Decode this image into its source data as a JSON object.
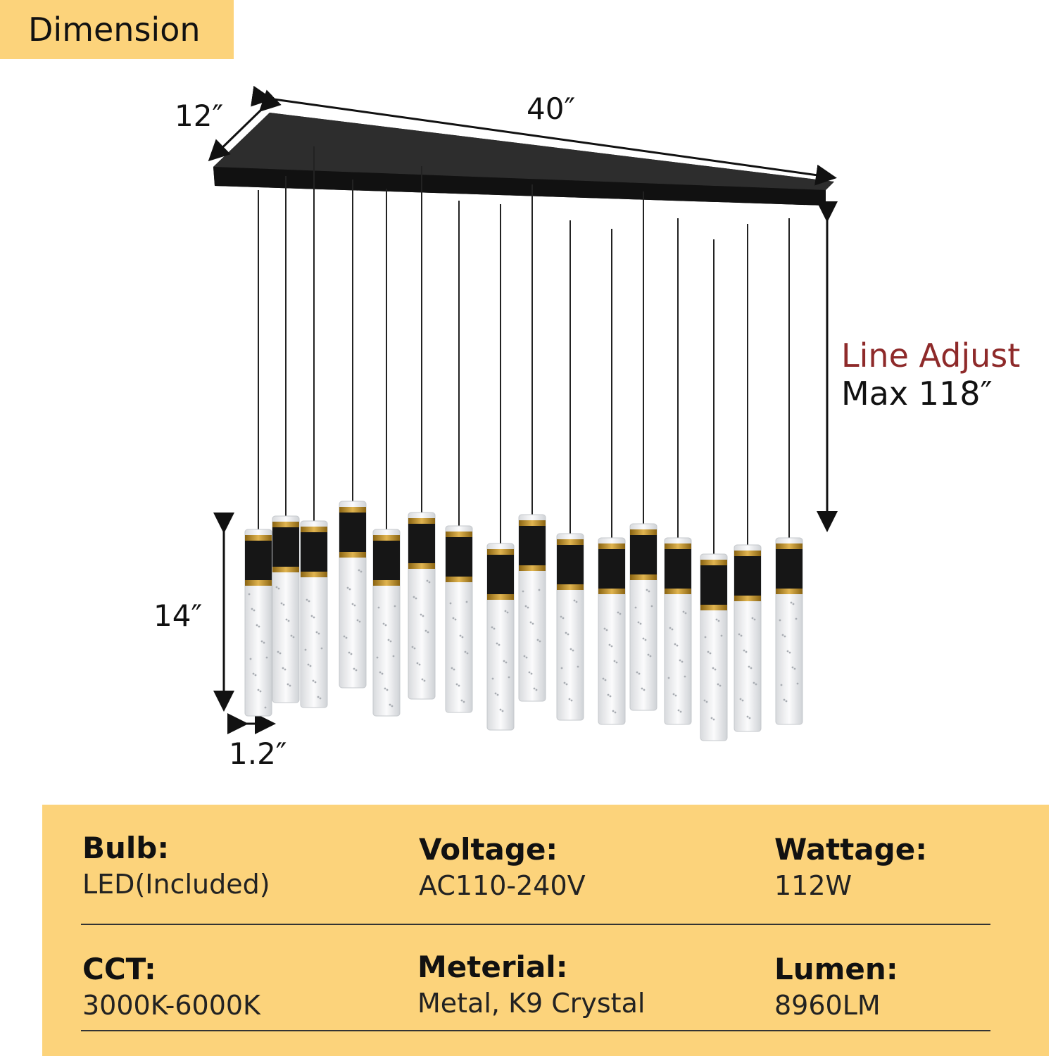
{
  "header": {
    "badge": "Dimension"
  },
  "dimensions": {
    "depth": "12″",
    "width": "40″",
    "line_adjust_title": "Line Adjust",
    "line_adjust_max": "Max 118″",
    "tube_length": "14″",
    "tube_diameter": "1.2″"
  },
  "specs": {
    "bulb": {
      "label": "Bulb:",
      "value": "LED(Included)"
    },
    "voltage": {
      "label": "Voltage:",
      "value": "AC110-240V"
    },
    "wattage": {
      "label": "Wattage:",
      "value": "112W"
    },
    "cct": {
      "label": "CCT:",
      "value": "3000K-6000K"
    },
    "material": {
      "label": "Meterial:",
      "value": "Metal, K9 Crystal"
    },
    "lumen": {
      "label": "Lumen:",
      "value": "8960LM"
    }
  },
  "colors": {
    "accent_band": "#fcd37b",
    "canopy": "#1a1a1a",
    "gold_ring": "#b8860b",
    "crystal": "#eef0f2",
    "line_adjust": "#8e2a2a"
  },
  "pendant_count": 16
}
